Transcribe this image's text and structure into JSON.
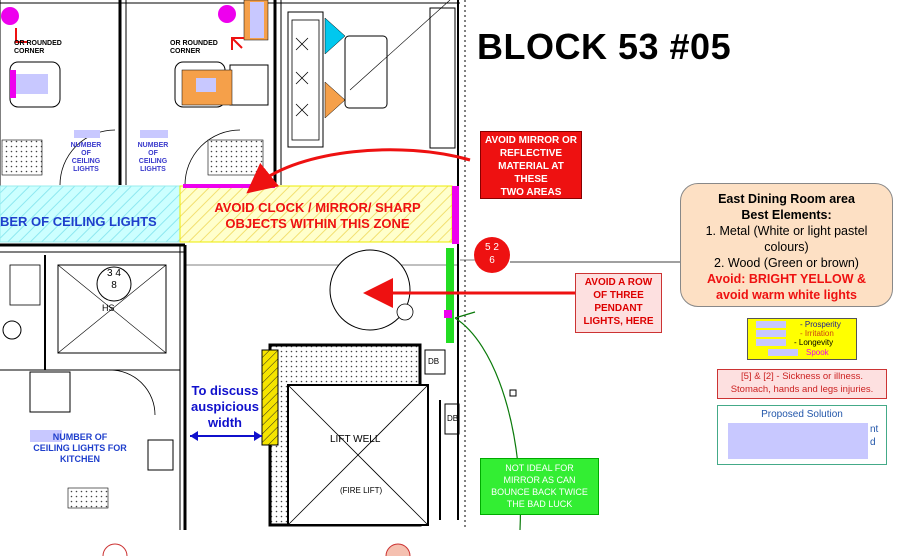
{
  "title": "BLOCK 53 #05",
  "labels": {
    "or_rounded_corner_1": [
      "OR ROUNDED",
      "CORNER"
    ],
    "or_rounded_corner_2": [
      "OR ROUNDED",
      "CORNER"
    ],
    "ceiling_lights_small_1": [
      "NUMBER",
      "OF",
      "CEILING",
      "LIGHTS"
    ],
    "ceiling_lights_small_2": [
      "NUMBER",
      "OF",
      "CEILING",
      "LIGHTS"
    ],
    "ceiling_lights_band": "BER OF CEILING LIGHTS",
    "avoid_zone": [
      "AVOID CLOCK / MIRROR/ SHARP",
      "OBJECTS WITHIN THIS ZONE"
    ],
    "hs": "HS",
    "circle_348": [
      "3 4",
      "8"
    ],
    "circle_526": [
      "5 2",
      "6"
    ],
    "discuss": [
      "To discuss",
      "auspicious",
      "width"
    ],
    "kitchen_lights": [
      "NUMBER OF",
      "CEILING LIGHTS FOR",
      "KITCHEN"
    ],
    "lift_well": "LIFT WELL",
    "fire_lift": "(FIRE LIFT)",
    "db1": "DB",
    "db2": "DB"
  },
  "callouts": {
    "avoid_mirror": [
      "AVOID MIRROR OR",
      "REFLECTIVE",
      "MATERIAL AT THESE",
      "TWO AREAS"
    ],
    "avoid_pendant": [
      "AVOID A ROW",
      "OF THREE",
      "PENDANT",
      "LIGHTS, HERE"
    ],
    "not_ideal": [
      "NOT IDEAL FOR",
      "MIRROR AS CAN",
      "BOUNCE BACK TWICE",
      "THE BAD LUCK"
    ]
  },
  "east_dining": {
    "heading1": "East Dining Room area",
    "heading2": "Best Elements:",
    "item1": "1. Metal (White or light pastel",
    "item1b": "colours)",
    "item2": "2. Wood (Green or brown)",
    "avoid1": "Avoid: BRIGHT YELLOW &",
    "avoid2": "avoid warm white lights"
  },
  "legend": {
    "prosperity": "- Prosperity",
    "irritation": "- Irritation",
    "longevity": "- Longevity",
    "spook": "Spook"
  },
  "sickness": [
    "[5] & [2] - Sickness or illness.",
    "Stomach, hands and legs injuries."
  ],
  "proposed": {
    "title": "Proposed Solution",
    "line1_tail": "nt",
    "line2_tail": "d"
  },
  "colors": {
    "red": "#ee1111",
    "cyan": "#00c8ee",
    "yellow": "#ffff00",
    "green": "#33ee33",
    "magenta": "#ee00ee",
    "orange": "#f5a04a",
    "peach": "#fde0c4",
    "blue_text": "#1010cc"
  }
}
